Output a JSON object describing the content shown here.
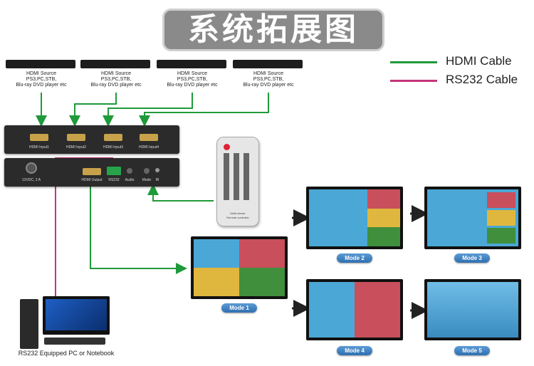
{
  "title": "系统拓展图",
  "legend": [
    {
      "label": "HDMI Cable",
      "color": "#1f9a3a"
    },
    {
      "label": "RS232 Cable",
      "color": "#c4357a"
    }
  ],
  "sources": [
    {
      "line1": "HDMI Source",
      "line2": "PS3,PC,STB,",
      "line3": "Blu-ray DVD player etc"
    },
    {
      "line1": "HDMI Source",
      "line2": "PS3,PC,STB,",
      "line3": "Blu-ray DVD player etc"
    },
    {
      "line1": "HDMI Source",
      "line2": "PS3,PC,STB,",
      "line3": "Blu-ray DVD player etc"
    },
    {
      "line1": "HDMI Source",
      "line2": "PS3,PC,STB,",
      "line3": "Blu-ray DVD player etc"
    }
  ],
  "switcher_front": {
    "ports": [
      "HDMI Input1",
      "HDMI Input2",
      "HDMI Input3",
      "HDMI Input4"
    ]
  },
  "switcher_back": {
    "power": "12VDC, 2 A",
    "hdmi_out": "HDMI Output",
    "rs232": "RS232",
    "audio": "Audio",
    "mode": "Mode",
    "ir": "IR"
  },
  "remote": {
    "caption_line1": "Multi-viewer",
    "caption_line2": "Remote controller"
  },
  "pc_label": "RS232 Equipped PC or Notebook",
  "modes": [
    "Mode 1",
    "Mode 2",
    "Mode 3",
    "Mode 4",
    "Mode 5"
  ],
  "colors": {
    "hdmi": "#1f9a3a",
    "rs232": "#c4357a",
    "device": "#2b2b2b",
    "accent": "#2f6fb0"
  }
}
